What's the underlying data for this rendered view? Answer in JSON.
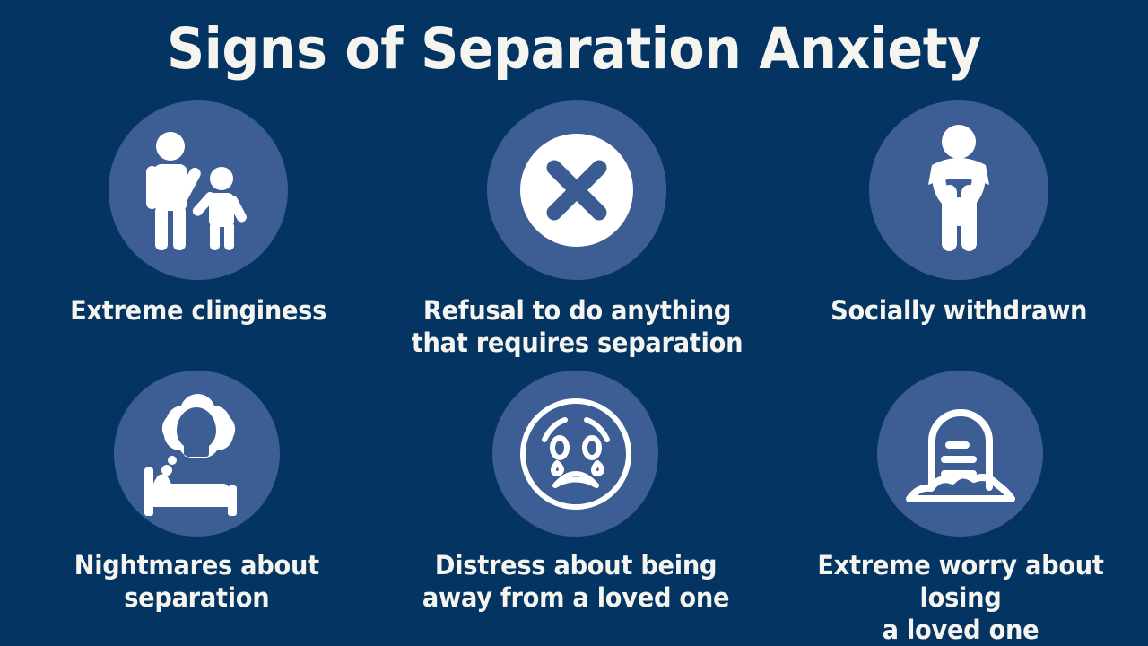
{
  "page": {
    "title": "Signs of Separation Anxiety",
    "background_color": "#033462",
    "circle_color": "#3c5e95",
    "text_color": "#f5f4ef",
    "icon_color": "#ffffff"
  },
  "signs": [
    {
      "label": "Extreme clinginess",
      "icon": "adult-and-child-holding-hands-icon"
    },
    {
      "label": "Refusal to do anything\nthat requires separation",
      "icon": "x-mark-circle-icon"
    },
    {
      "label": "Socially withdrawn",
      "icon": "withdrawn-person-icon"
    },
    {
      "label": "Nightmares about\nseparation",
      "icon": "nightmare-bed-skull-icon"
    },
    {
      "label": "Distress about being\naway from a loved one",
      "icon": "crying-face-icon"
    },
    {
      "label": "Extreme worry about losing\na loved one",
      "icon": "gravestone-icon"
    }
  ]
}
